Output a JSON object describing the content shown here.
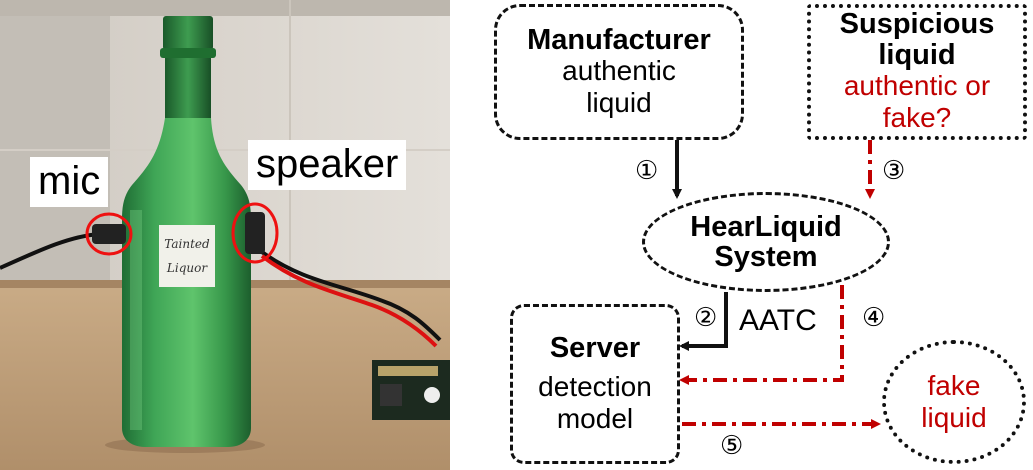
{
  "photo": {
    "label_mic": "mic",
    "label_speaker": "speaker",
    "bottle_tag_line1": "Tainted",
    "bottle_tag_line2": "Liquor"
  },
  "diagram": {
    "manufacturer": {
      "title": "Manufacturer",
      "line1": "authentic",
      "line2": "liquid"
    },
    "suspicious": {
      "title_line1": "Suspicious",
      "title_line2": "liquid",
      "line1": "authentic or",
      "line2": "fake?"
    },
    "system": {
      "line1": "HearLiquid",
      "line2": "System"
    },
    "server": {
      "title": "Server",
      "line1": "detection",
      "line2": "model"
    },
    "fake": {
      "line1": "fake",
      "line2": "liquid"
    },
    "aatc": "AATC",
    "steps": [
      "①",
      "②",
      "③",
      "④",
      "⑤"
    ],
    "colors": {
      "red": "#c00000",
      "black": "#111111"
    }
  }
}
